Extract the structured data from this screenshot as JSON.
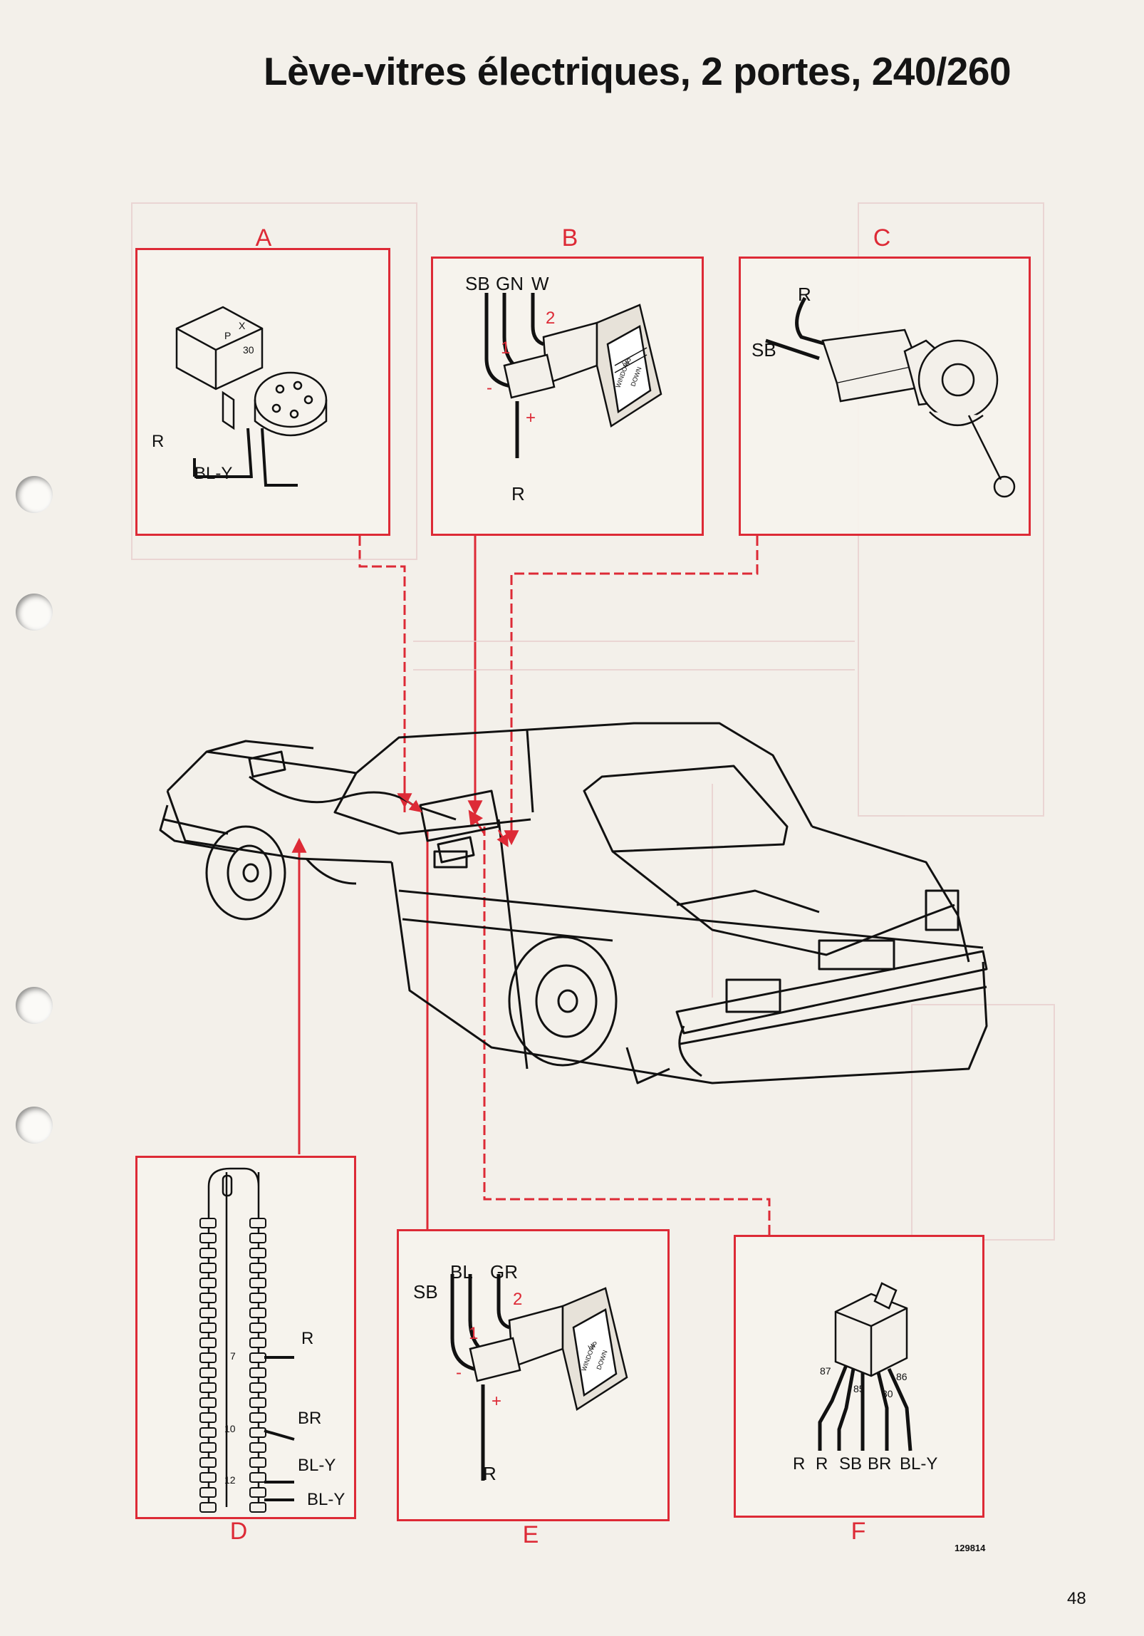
{
  "page": {
    "title": "Lève-vitres électriques, 2 portes, 240/260",
    "reference_number": "129814",
    "page_number": "48"
  },
  "panels": {
    "A": {
      "label": "A",
      "wires": [
        "R",
        "BL-Y"
      ]
    },
    "B": {
      "label": "B",
      "wires": [
        "SB",
        "GN",
        "W",
        "R"
      ],
      "terminals": [
        "1",
        "2",
        "-",
        "+"
      ],
      "switch_text": [
        "UP",
        "WINDOW",
        "DOWN"
      ]
    },
    "C": {
      "label": "C",
      "wires": [
        "R",
        "SB"
      ]
    },
    "D": {
      "label": "D",
      "wires": [
        "R",
        "BR",
        "BL-Y",
        "BL-Y"
      ],
      "pins": [
        "7",
        "10",
        "12"
      ]
    },
    "E": {
      "label": "E",
      "wires": [
        "SB",
        "BL",
        "GR",
        "R"
      ],
      "terminals": [
        "1",
        "2",
        "-",
        "+"
      ],
      "switch_text": [
        "UP",
        "WINDOW",
        "DOWN"
      ]
    },
    "F": {
      "label": "F",
      "wires": [
        "R",
        "R",
        "SB",
        "BR",
        "BL-Y"
      ],
      "pins": [
        "87",
        "85",
        "86",
        "30"
      ]
    }
  },
  "colors": {
    "accent": "#dd2a36",
    "paper": "#f3f0ea",
    "ink": "#111111"
  }
}
